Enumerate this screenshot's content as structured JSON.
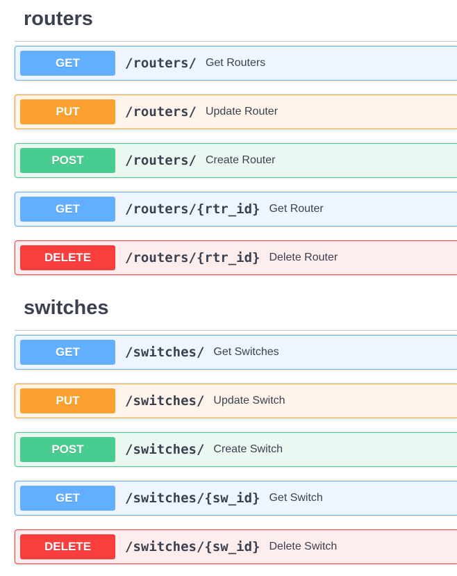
{
  "sections": [
    {
      "title": "routers",
      "operations": [
        {
          "method": "GET",
          "path": "/routers/",
          "summary": "Get Routers"
        },
        {
          "method": "PUT",
          "path": "/routers/",
          "summary": "Update Router"
        },
        {
          "method": "POST",
          "path": "/routers/",
          "summary": "Create Router"
        },
        {
          "method": "GET",
          "path": "/routers/{rtr_id}",
          "summary": "Get Router"
        },
        {
          "method": "DELETE",
          "path": "/routers/{rtr_id}",
          "summary": "Delete Router"
        }
      ]
    },
    {
      "title": "switches",
      "operations": [
        {
          "method": "GET",
          "path": "/switches/",
          "summary": "Get Switches"
        },
        {
          "method": "PUT",
          "path": "/switches/",
          "summary": "Update Switch"
        },
        {
          "method": "POST",
          "path": "/switches/",
          "summary": "Create Switch"
        },
        {
          "method": "GET",
          "path": "/switches/{sw_id}",
          "summary": "Get Switch"
        },
        {
          "method": "DELETE",
          "path": "/switches/{sw_id}",
          "summary": "Delete Switch"
        }
      ]
    }
  ],
  "colors": {
    "get": "#61affe",
    "put": "#fca130",
    "post": "#49cc90",
    "delete": "#f93e3e",
    "text": "#3b4151"
  }
}
